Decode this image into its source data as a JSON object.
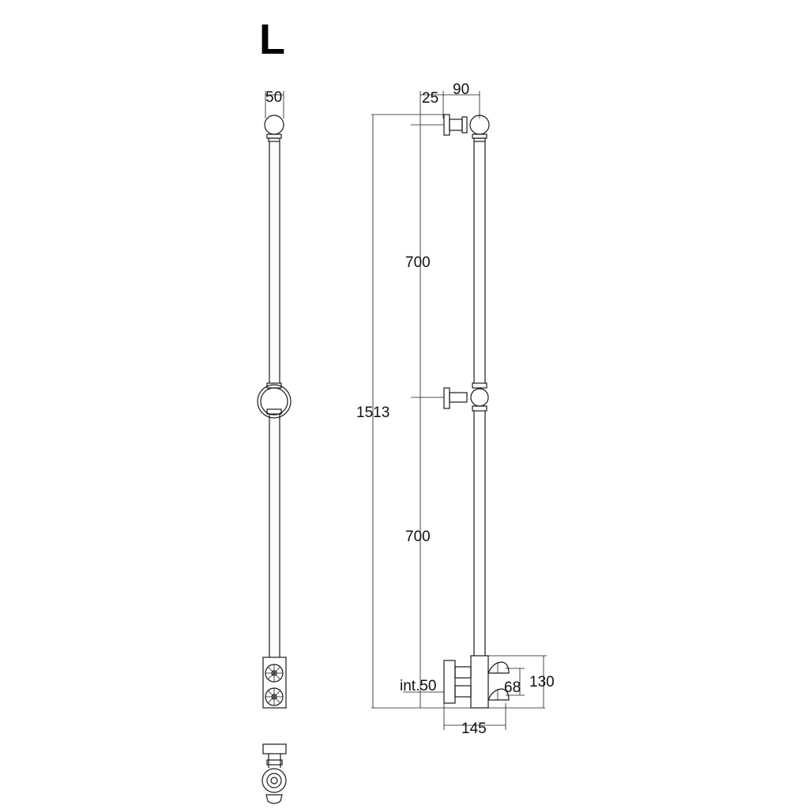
{
  "title": "L",
  "dimensions": {
    "side_width": "50",
    "offset_small": "25",
    "offset_depth": "90",
    "upper_spacing": "700",
    "lower_spacing": "700",
    "total_height": "1513",
    "inlet": "int.50",
    "valve_spacing": "68",
    "block_height": "130",
    "block_width": "145"
  }
}
